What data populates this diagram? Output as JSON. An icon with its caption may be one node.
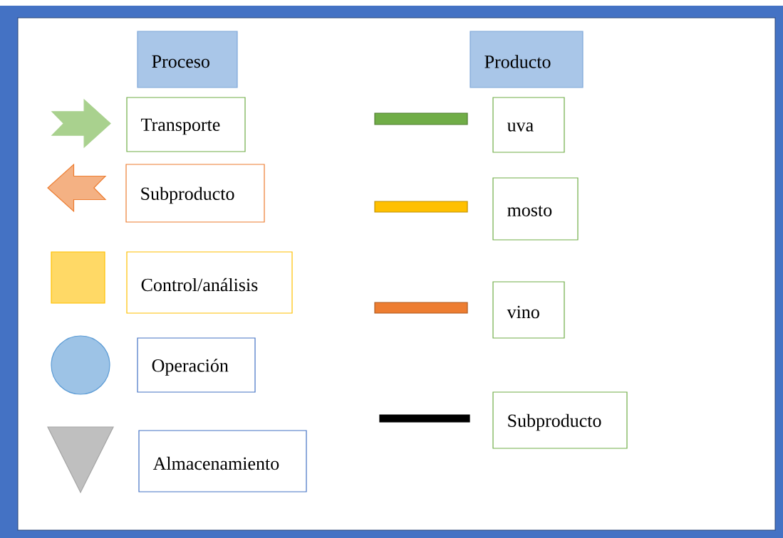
{
  "diagram": {
    "nodes": [
      {
        "text": [
          "Proceso"
        ]
      },
      {
        "text": [
          "Producto"
        ]
      },
      {
        "text": [],
        "shape": "arrow"
      },
      {
        "text": [
          "Transporte"
        ]
      },
      {
        "text": [],
        "shape": "bar"
      },
      {
        "text": [
          "uva"
        ]
      },
      {
        "text": [],
        "shape": "arrow"
      },
      {
        "text": [
          "Subproducto"
        ]
      },
      {
        "text": [],
        "shape": "bar"
      },
      {
        "text": [
          "mosto"
        ]
      },
      {
        "text": [],
        "shape": "box"
      },
      {
        "text": [
          "Control/análisis"
        ]
      },
      {
        "text": [],
        "shape": "bar"
      },
      {
        "text": [
          "vino"
        ]
      },
      {
        "text": [],
        "shape": "circle"
      },
      {
        "text": [
          "Operación"
        ]
      },
      {
        "text": [],
        "shape": "bar"
      },
      {
        "text": [
          "Subproducto"
        ]
      },
      {
        "text": [],
        "shape": "triangle"
      },
      {
        "text": [
          "Almacenamiento"
        ]
      }
    ]
  }
}
